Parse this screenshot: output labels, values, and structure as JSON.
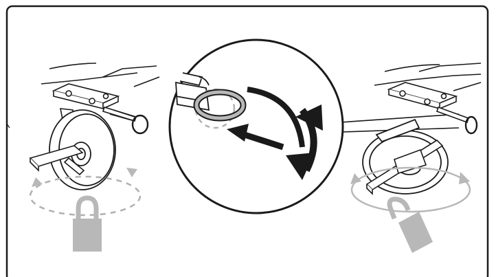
{
  "figure": {
    "panels": [
      {
        "id": "locked-caster",
        "state": "locked",
        "lock_icon": "padlock-closed-icon",
        "rotation_icon": "rotation-arrows-icon"
      },
      {
        "id": "detail-magnifier",
        "parts": [
          "pull-ring-icon",
          "locking-pin-icon"
        ],
        "motion": [
          "pull-arrow-icon",
          "turn-arrow-icon"
        ]
      },
      {
        "id": "unlocked-caster",
        "state": "unlocked",
        "lock_icon": "padlock-open-icon",
        "rotation_icon": "rotation-arrows-icon"
      }
    ],
    "colors": {
      "frame": "#1a1a1a",
      "line": "#1a1a1a",
      "grey_icon": "#b8b8b8",
      "dashed": "#b0b0b0",
      "background": "#ffffff"
    }
  }
}
